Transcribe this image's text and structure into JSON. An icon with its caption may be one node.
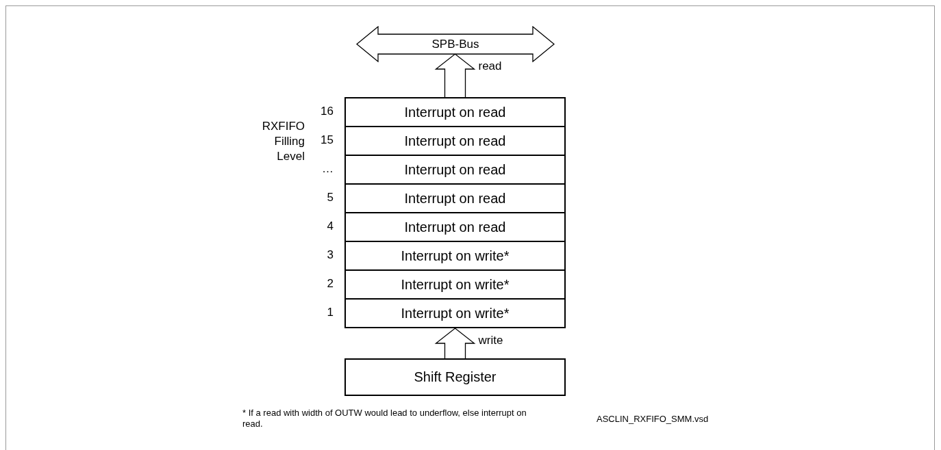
{
  "diagram": {
    "nodes": [
      {
        "text": [
          "SPB-Bus"
        ]
      },
      {
        "text": [
          "Interrupt on read"
        ],
        "beside": [
          "16"
        ]
      },
      {
        "text": [
          "Interrupt on read"
        ],
        "beside": [
          "15"
        ]
      },
      {
        "text": [
          "Interrupt on read"
        ],
        "beside": [
          "…"
        ]
      },
      {
        "text": [
          "Interrupt on read"
        ],
        "beside": [
          "5"
        ]
      },
      {
        "text": [
          "Interrupt on read"
        ],
        "beside": [
          "4"
        ]
      },
      {
        "text": [
          "Interrupt on write*"
        ],
        "beside": [
          "3"
        ]
      },
      {
        "text": [
          "Interrupt on write*"
        ],
        "beside": [
          "2"
        ]
      },
      {
        "text": [
          "Interrupt on write*"
        ],
        "beside": [
          "1"
        ]
      },
      {
        "text": [
          "Shift Register"
        ]
      }
    ],
    "edges": [
      {
        "from": 1,
        "to": 0,
        "arrow": "to",
        "label": "read"
      },
      {
        "from": 9,
        "to": 8,
        "arrow": "to",
        "label": "write"
      }
    ],
    "labels": [
      "RXFIFO Filling Level",
      "* If a read with width of OUTW would lead to underflow, else interrupt on read.",
      "ASCLIN_RXFIFO_SMM.vsd"
    ]
  }
}
